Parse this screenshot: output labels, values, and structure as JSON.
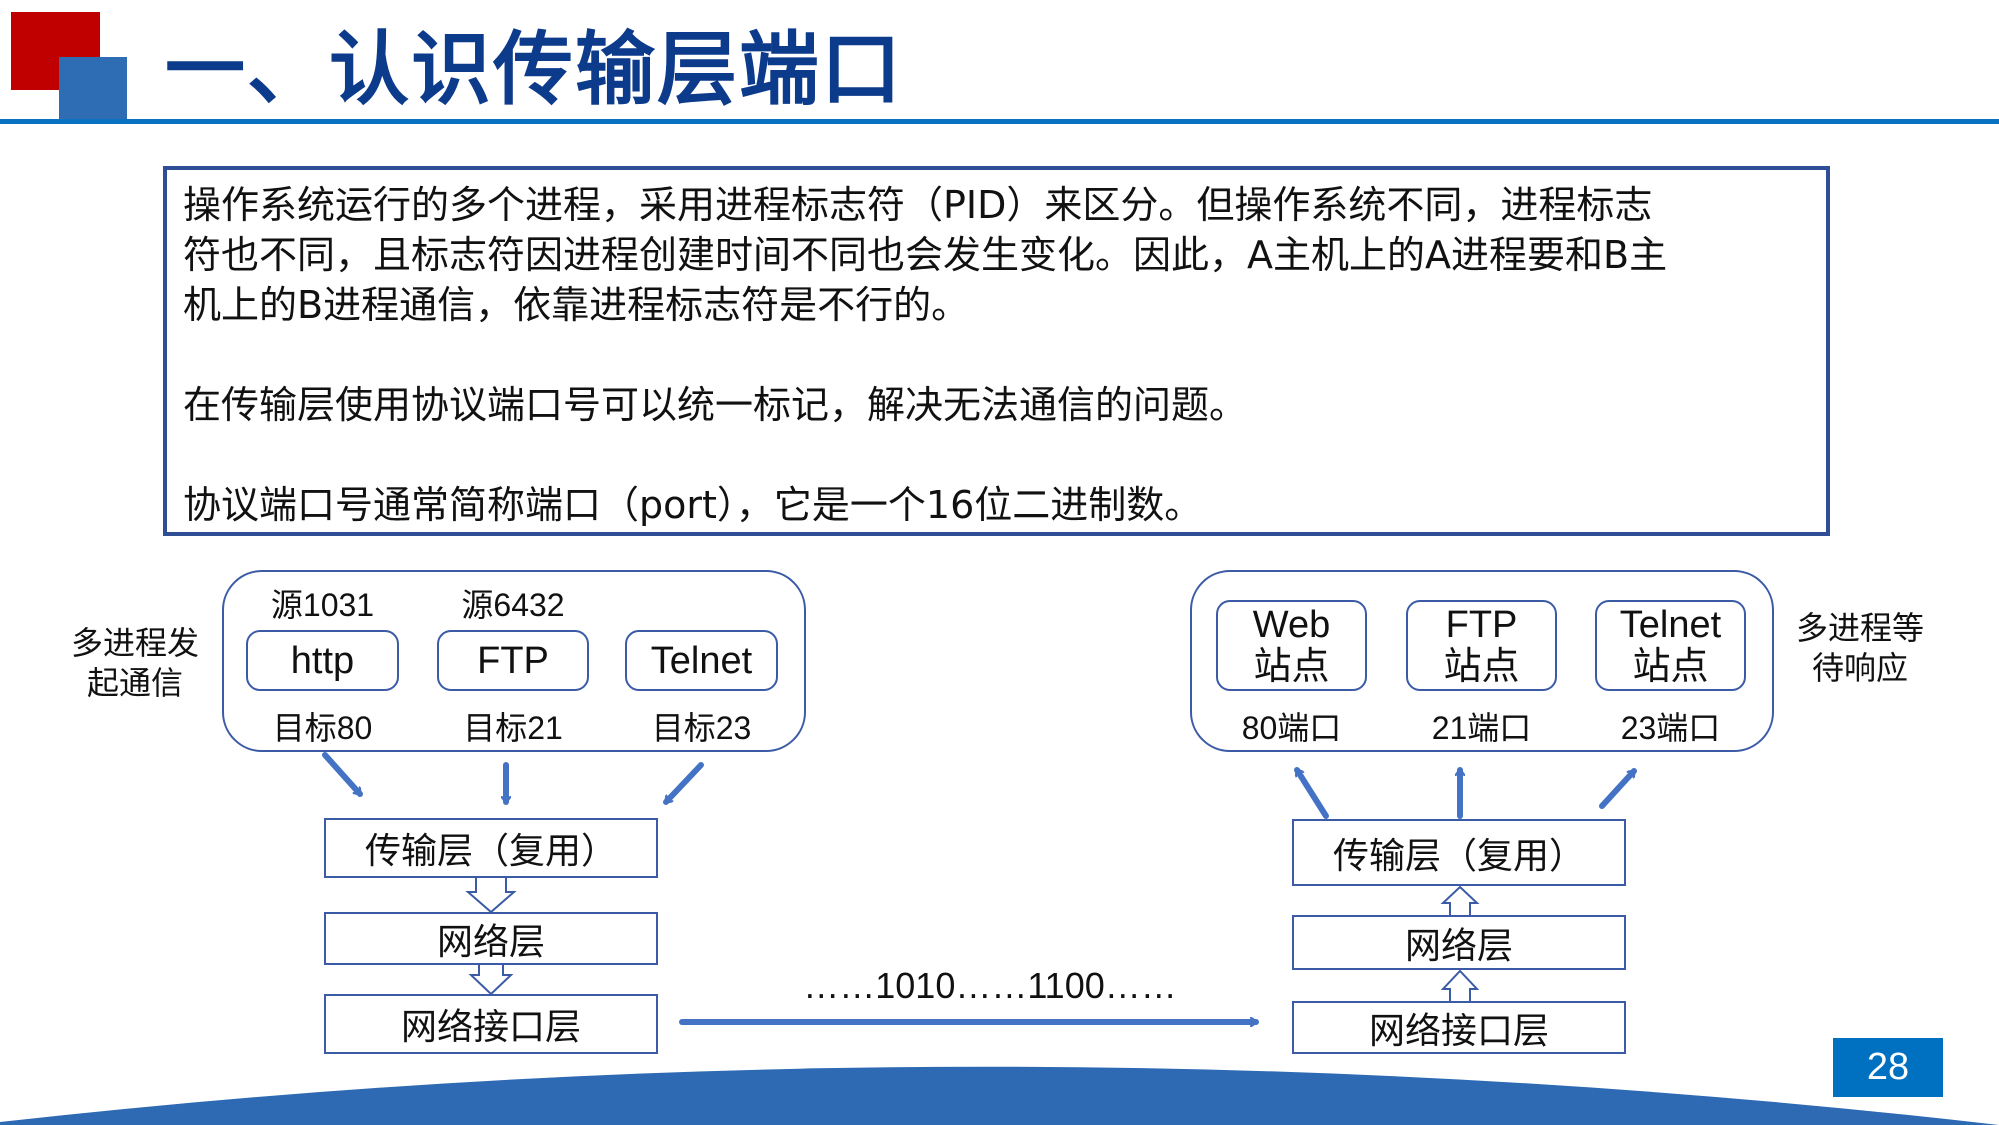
{
  "header": {
    "title": "一、认识传输层端口"
  },
  "intro": {
    "lines": [
      "操作系统运行的多个进程，采用进程标志符（PID）来区分。但操作系统不同，进程标志",
      "符也不同，且标志符因进程创建时间不同也会发生变化。因此，A主机上的A进程要和B主",
      "机上的B进程通信，依靠进程标志符是不行的。",
      "在传输层使用协议端口号可以统一标记，解决无法通信的问题。",
      "协议端口号通常简称端口（port），它是一个16位二进制数。"
    ]
  },
  "sender": {
    "side_label": [
      "多进程发",
      "起通信"
    ],
    "processes": [
      {
        "source": "源1031",
        "name": "http",
        "target": "目标80"
      },
      {
        "source": "源6432",
        "name": "FTP",
        "target": "目标21"
      },
      {
        "source": "",
        "name": "Telnet",
        "target": "目标23"
      }
    ],
    "layers": [
      "传输层（复用）",
      "网络层",
      "网络接口层"
    ]
  },
  "receiver": {
    "side_label": [
      "多进程等",
      "待响应"
    ],
    "services": [
      {
        "name": "Web",
        "sub": "站点",
        "port": "80端口"
      },
      {
        "name": "FTP",
        "sub": "站点",
        "port": "21端口"
      },
      {
        "name": "Telnet",
        "sub": "站点",
        "port": "23端口"
      }
    ],
    "layers": [
      "传输层（复用）",
      "网络层",
      "网络接口层"
    ]
  },
  "transmission": {
    "bits": "……1010……1100……"
  },
  "footer": {
    "page_number": "28"
  },
  "colors": {
    "accent_red": "#C00000",
    "accent_blue": "#0070C0",
    "title": "#0D3B8C",
    "diagram": "#4472C4"
  }
}
